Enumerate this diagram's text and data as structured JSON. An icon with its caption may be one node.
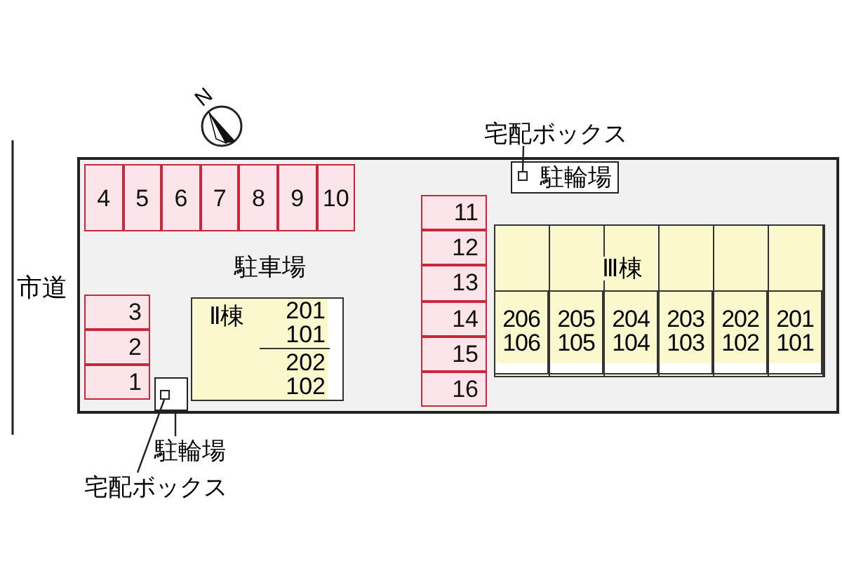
{
  "diagram": {
    "nodes": [
      {
        "text": [
          "駐車場"
        ]
      },
      {
        "text": [
          "4"
        ],
        "in": 0
      },
      {
        "text": [
          "5"
        ],
        "in": 0
      },
      {
        "text": [
          "6"
        ],
        "in": 0
      },
      {
        "text": [
          "7"
        ],
        "in": 0
      },
      {
        "text": [
          "8"
        ],
        "in": 0
      },
      {
        "text": [
          "9"
        ],
        "in": 0
      },
      {
        "text": [
          "10"
        ],
        "in": 0
      },
      {
        "text": [
          "3"
        ],
        "in": 0
      },
      {
        "text": [
          "2"
        ],
        "in": 0
      },
      {
        "text": [
          "1"
        ],
        "in": 0
      },
      {
        "text": [
          "11"
        ],
        "in": 0
      },
      {
        "text": [
          "12"
        ],
        "in": 0
      },
      {
        "text": [
          "13"
        ],
        "in": 0
      },
      {
        "text": [
          "14"
        ],
        "in": 0
      },
      {
        "text": [
          "15"
        ],
        "in": 0
      },
      {
        "text": [
          "16"
        ],
        "in": 0
      },
      {
        "text": [
          "Ⅱ棟"
        ],
        "in": 0
      },
      {
        "text": [
          "201",
          "101"
        ],
        "in": 17
      },
      {
        "text": [
          "202",
          "102"
        ],
        "in": 17
      },
      {
        "text": [
          "Ⅲ棟"
        ],
        "in": 0
      },
      {
        "text": [
          "206",
          "106"
        ],
        "in": 20
      },
      {
        "text": [
          "205",
          "105"
        ],
        "in": 20
      },
      {
        "text": [
          "204",
          "104"
        ],
        "in": 20
      },
      {
        "text": [
          "203",
          "103"
        ],
        "in": 20
      },
      {
        "text": [
          "202",
          "102"
        ],
        "in": 20
      },
      {
        "text": [
          "201",
          "101"
        ],
        "in": 20
      },
      {
        "text": [
          "宅配ボックス"
        ]
      },
      {
        "text": [
          "駐輪場"
        ],
        "in": 0
      },
      {
        "text": [],
        "shape": "box",
        "in": 28
      },
      {
        "text": [],
        "shape": "box",
        "in": 0
      },
      {
        "text": [],
        "shape": "box",
        "in": 30
      },
      {
        "text": [
          "駐輪場"
        ]
      },
      {
        "text": [
          "宅配ボックス"
        ]
      }
    ],
    "edges": [
      {
        "from": 27,
        "to": 29,
        "arrow": "none"
      },
      {
        "from": 32,
        "to": 30,
        "arrow": "none"
      },
      {
        "from": 33,
        "to": 31,
        "arrow": "none"
      }
    ],
    "labels": [
      "N",
      "市道"
    ]
  }
}
